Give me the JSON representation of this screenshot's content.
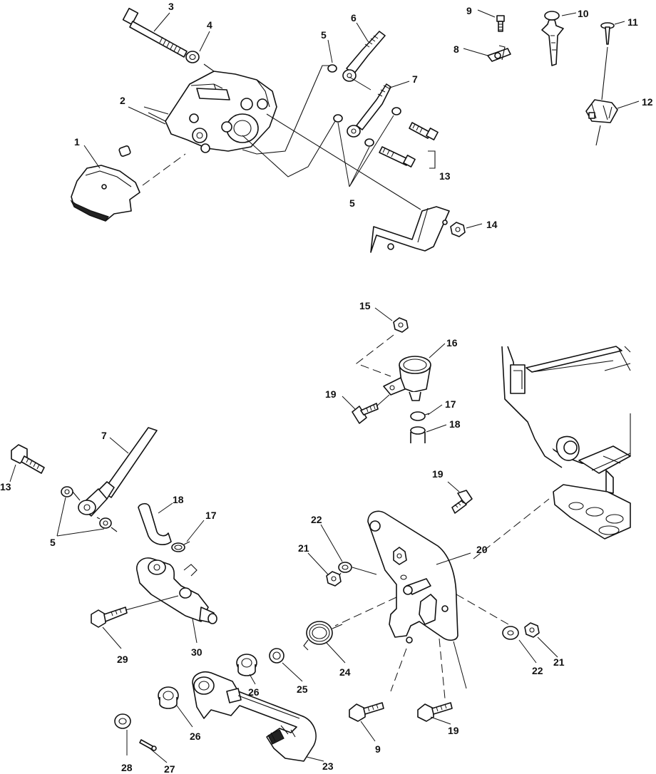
{
  "callouts": [
    {
      "id": "c1",
      "label": "1"
    },
    {
      "id": "c2",
      "label": "2"
    },
    {
      "id": "c3",
      "label": "3"
    },
    {
      "id": "c4",
      "label": "4"
    },
    {
      "id": "c5a",
      "label": "5"
    },
    {
      "id": "c6",
      "label": "6"
    },
    {
      "id": "c7a",
      "label": "7"
    },
    {
      "id": "c5b",
      "label": "5"
    },
    {
      "id": "c9a",
      "label": "9"
    },
    {
      "id": "c8",
      "label": "8"
    },
    {
      "id": "c10",
      "label": "10"
    },
    {
      "id": "c11",
      "label": "11"
    },
    {
      "id": "c12",
      "label": "12"
    },
    {
      "id": "c13a",
      "label": "13"
    },
    {
      "id": "c14",
      "label": "14"
    },
    {
      "id": "c15",
      "label": "15"
    },
    {
      "id": "c16",
      "label": "16"
    },
    {
      "id": "c19a",
      "label": "19"
    },
    {
      "id": "c17a",
      "label": "17"
    },
    {
      "id": "c18a",
      "label": "18"
    },
    {
      "id": "c7b",
      "label": "7"
    },
    {
      "id": "c13b",
      "label": "13"
    },
    {
      "id": "c5c",
      "label": "5"
    },
    {
      "id": "c18b",
      "label": "18"
    },
    {
      "id": "c17b",
      "label": "17"
    },
    {
      "id": "c19b",
      "label": "19"
    },
    {
      "id": "c22a",
      "label": "22"
    },
    {
      "id": "c21a",
      "label": "21"
    },
    {
      "id": "c20",
      "label": "20"
    },
    {
      "id": "c29",
      "label": "29"
    },
    {
      "id": "c30",
      "label": "30"
    },
    {
      "id": "c24",
      "label": "24"
    },
    {
      "id": "c22b",
      "label": "22"
    },
    {
      "id": "c21b",
      "label": "21"
    },
    {
      "id": "c26a",
      "label": "26"
    },
    {
      "id": "c25",
      "label": "25"
    },
    {
      "id": "c26b",
      "label": "26"
    },
    {
      "id": "c9b",
      "label": "9"
    },
    {
      "id": "c19c",
      "label": "19"
    },
    {
      "id": "c28",
      "label": "28"
    },
    {
      "id": "c27",
      "label": "27"
    },
    {
      "id": "c23",
      "label": "23"
    }
  ]
}
